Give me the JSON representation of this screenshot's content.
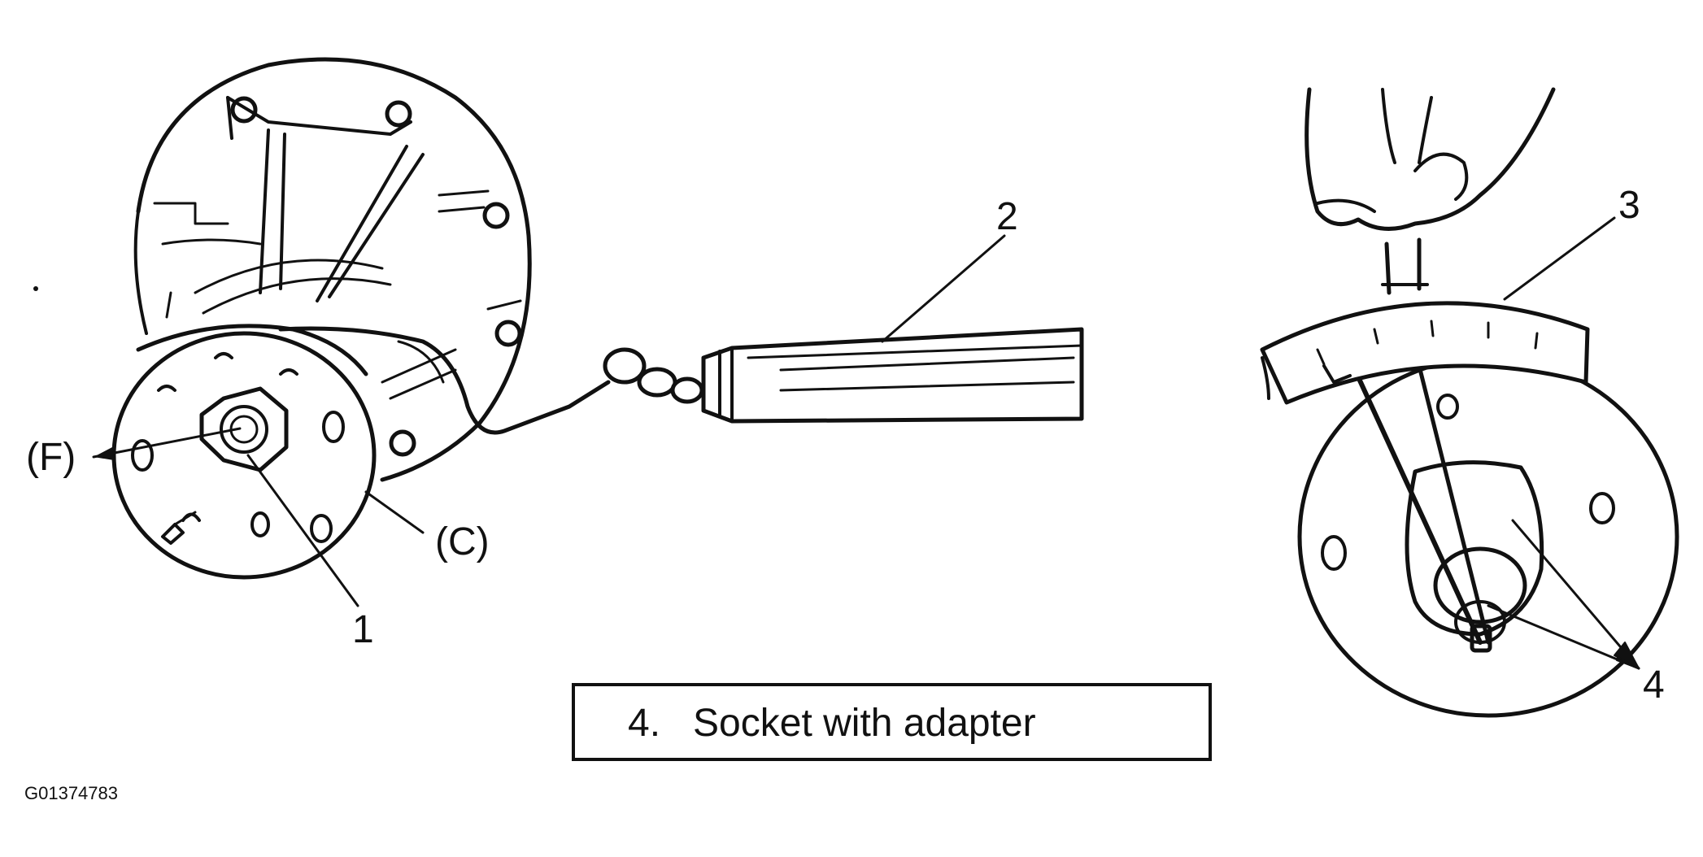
{
  "callouts": {
    "one": "1",
    "two": "2",
    "three": "3",
    "four": "4",
    "f": "(F)",
    "c": "(C)"
  },
  "legend": {
    "text": "4.   Socket with adapter"
  },
  "figure_id": "G01374783"
}
